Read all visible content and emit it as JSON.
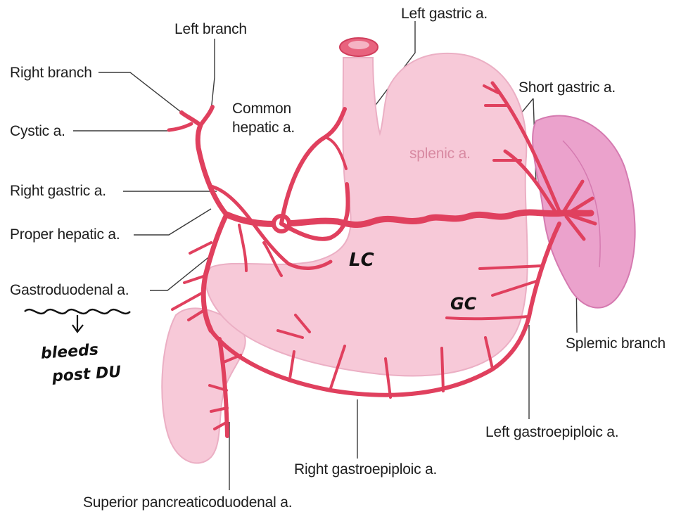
{
  "labels": {
    "left_branch": "Left branch",
    "right_branch": "Right branch",
    "cystic": "Cystic a.",
    "common_hepatic_1": "Common",
    "common_hepatic_2": "hepatic a.",
    "left_gastric": "Left gastric a.",
    "short_gastric": "Short gastric a.",
    "splenic": "splenic a.",
    "right_gastric": "Right gastric a.",
    "proper_hepatic": "Proper hepatic a.",
    "gastroduodenal": "Gastroduodenal a.",
    "splenic_branch": "Splemic branch",
    "left_gastroepiploic": "Left gastroepiploic a.",
    "right_gastroepiploic": "Right gastroepiploic a.",
    "superior_pancreaticoduodenal": "Superior pancreaticoduodenal a."
  },
  "handwritten": {
    "lesser_curvature": "LC",
    "greater_curvature": "GC",
    "note_line1": "bleeds",
    "note_line2": "post DU"
  },
  "colors": {
    "artery": "#e0405e",
    "stomach": "#f7c9d8",
    "spleen": "#eba2cc"
  }
}
